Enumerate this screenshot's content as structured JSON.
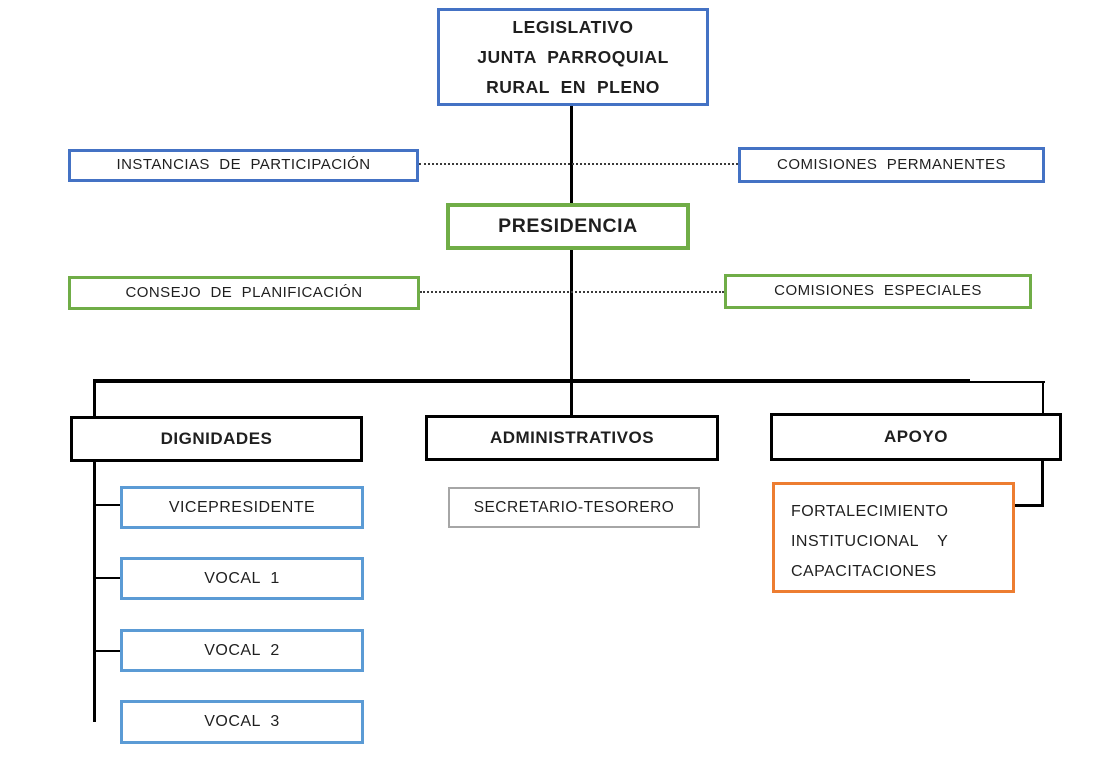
{
  "colors": {
    "blue": "#4472C4",
    "lightBlue": "#5B9BD5",
    "green": "#70AD47",
    "orange": "#ED7D31",
    "gray": "#A6A6A6",
    "line": "#000000",
    "text": "#1f1f1f"
  },
  "org_chart": {
    "legislativo": {
      "lines": [
        "LEGISLATIVO",
        "JUNTA PARROQUIAL",
        "RURAL EN PLENO"
      ]
    },
    "instancias": {
      "label": "INSTANCIAS DE PARTICIPACIÓN"
    },
    "comisiones_permanentes": {
      "label": "COMISIONES PERMANENTES"
    },
    "presidencia": {
      "label": "PRESIDENCIA"
    },
    "consejo_planificacion": {
      "label": "CONSEJO DE PLANIFICACIÓN"
    },
    "comisiones_especiales": {
      "label": "COMISIONES ESPECIALES"
    },
    "dignidades": {
      "label": "DIGNIDADES"
    },
    "administrativos": {
      "label": "ADMINISTRATIVOS"
    },
    "apoyo": {
      "label": "APOYO"
    },
    "vicepresidente": {
      "label": "VICEPRESIDENTE"
    },
    "vocal_1": {
      "label": "VOCAL 1"
    },
    "vocal_2": {
      "label": "VOCAL 2"
    },
    "vocal_3": {
      "label": "VOCAL 3"
    },
    "secretario_tesorero": {
      "label": "SECRETARIO-TESORERO"
    },
    "fortalecimiento": {
      "lines": [
        "FORTALECIMIENTO",
        "INSTITUCIONAL Y",
        "CAPACITACIONES"
      ]
    }
  }
}
